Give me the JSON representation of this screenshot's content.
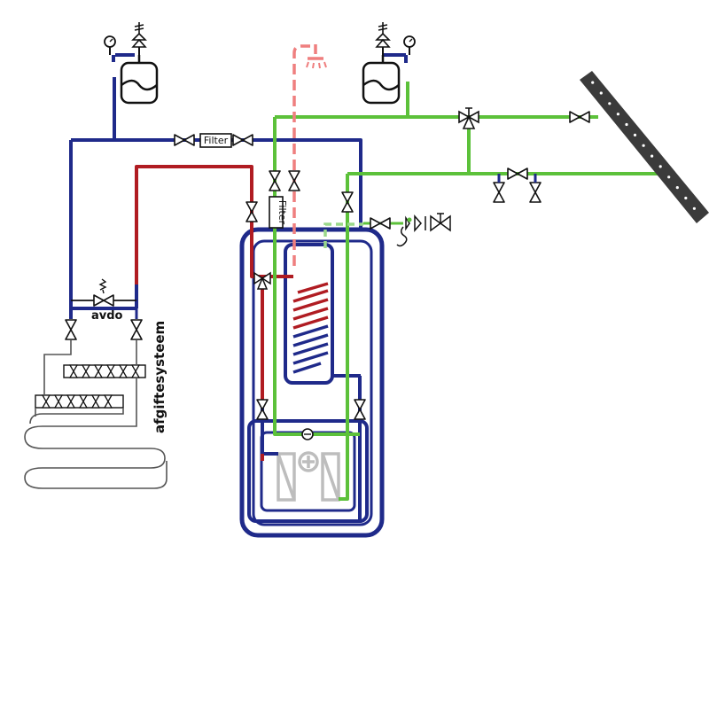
{
  "labels": {
    "filter_horizontal": "Filter",
    "filter_vertical": "Filter",
    "bypass_valve": "avdo",
    "distribution_system": "afgiftesysteem"
  },
  "colors": {
    "blue": "#1f2a8a",
    "red": "#b01c22",
    "green": "#5cc13a",
    "light_green": "#9ad88a",
    "pink": "#ef7f7f",
    "gray": "#444444",
    "light_gray": "#bdbdbd",
    "collector": "#3b3b3b"
  }
}
